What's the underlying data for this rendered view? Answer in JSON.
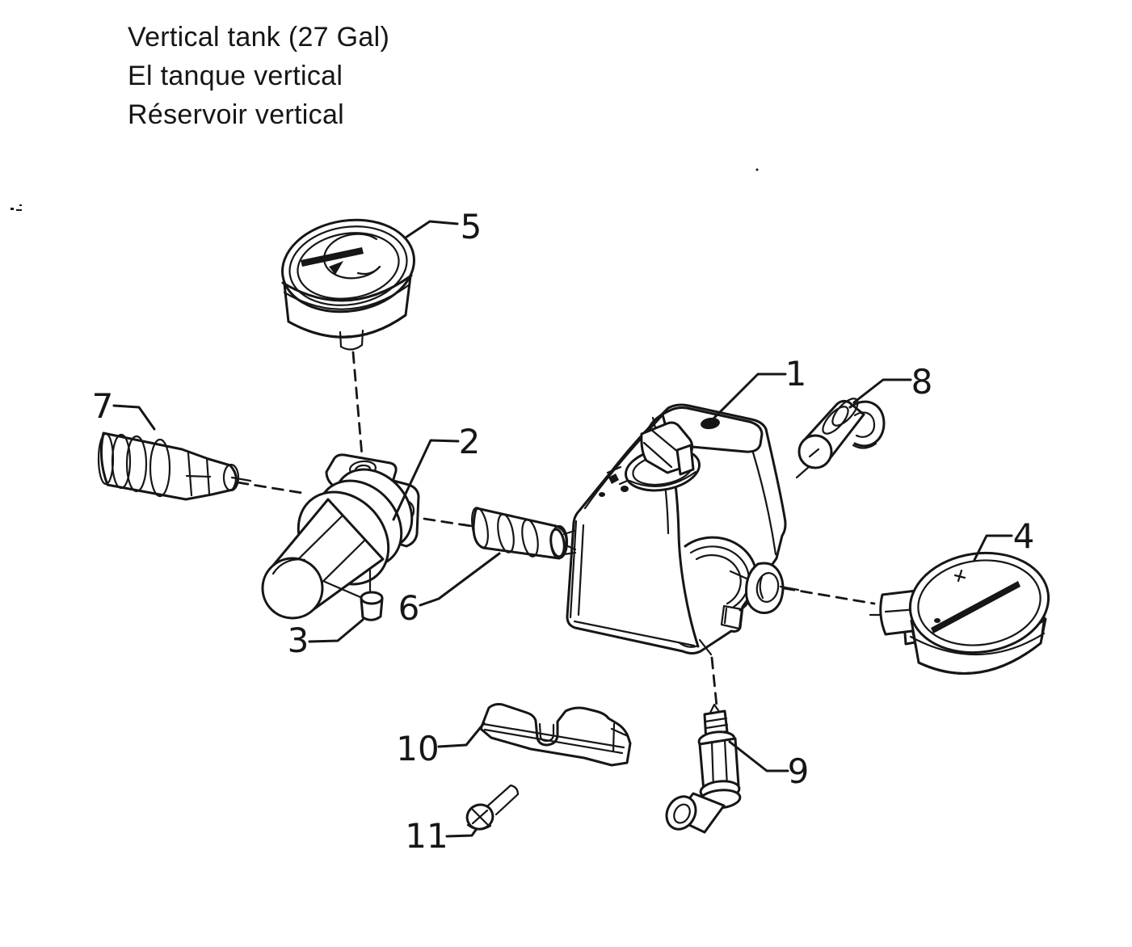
{
  "title": {
    "lines": [
      "Vertical tank (27 Gal)",
      "El tanque vertical",
      "Réservoir vertical"
    ]
  },
  "diagram": {
    "callouts": [
      {
        "label": "1"
      },
      {
        "label": "2"
      },
      {
        "label": "3"
      },
      {
        "label": "4"
      },
      {
        "label": "5"
      },
      {
        "label": "6"
      },
      {
        "label": "7"
      },
      {
        "label": "8"
      },
      {
        "label": "9"
      },
      {
        "label": "10"
      },
      {
        "label": "11"
      }
    ]
  },
  "colors": {
    "ink": "#161616",
    "paper": "#ffffff"
  }
}
